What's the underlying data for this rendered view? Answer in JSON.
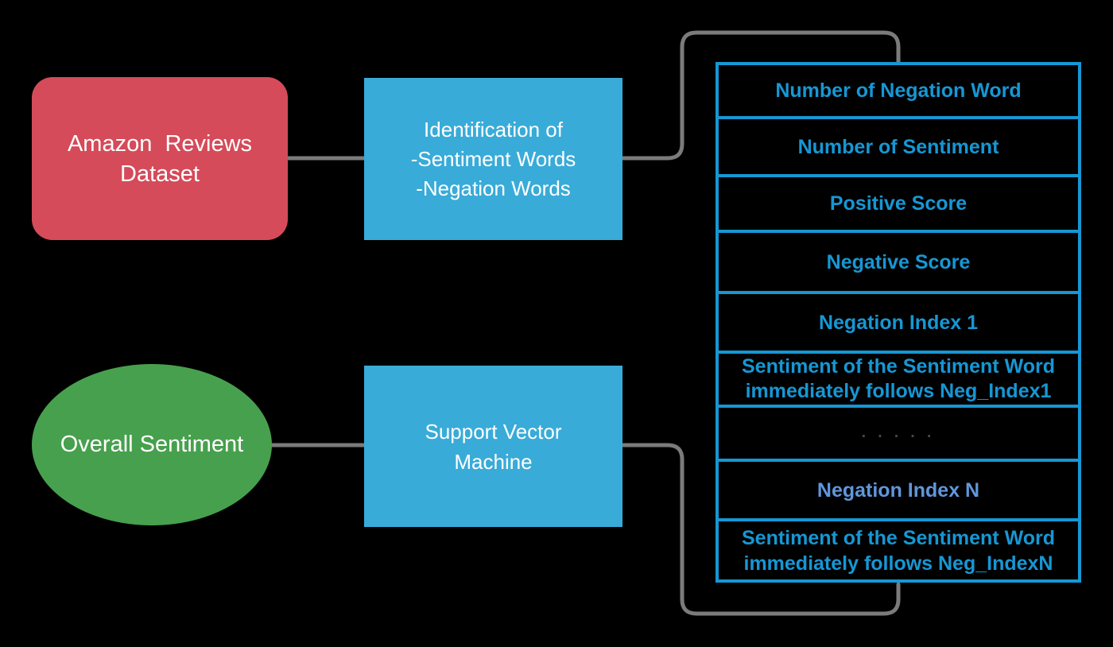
{
  "colors": {
    "background": "#000000",
    "dataset_box_fill": "#d54b59",
    "process_box_fill": "#39abd8",
    "result_ellipse_fill": "#47a04d",
    "table_border": "#1697d4",
    "table_text": "#1697d4",
    "table_text_light": "#6096db",
    "dots_text": "#4b4b4b",
    "connector": "#7b7b7b",
    "box_text": "#ffffff"
  },
  "nodes": {
    "dataset": {
      "lines": [
        "Amazon  Reviews",
        "Dataset"
      ]
    },
    "identification": {
      "lines": [
        "Identification of",
        "-Sentiment Words",
        "-Negation Words"
      ]
    },
    "overall_sentiment": {
      "label": "Overall Sentiment"
    },
    "svm": {
      "lines": [
        "Support Vector",
        "Machine"
      ]
    }
  },
  "feature_table": {
    "rows": [
      {
        "lines": [
          "Number of Negation Word"
        ],
        "variant": "default"
      },
      {
        "lines": [
          "Number of Sentiment"
        ],
        "variant": "default"
      },
      {
        "lines": [
          "Positive Score"
        ],
        "variant": "default"
      },
      {
        "lines": [
          "Negative Score"
        ],
        "variant": "default"
      },
      {
        "lines": [
          "Negation Index 1"
        ],
        "variant": "default"
      },
      {
        "lines": [
          "Sentiment of the Sentiment Word",
          "immediately follows Neg_Index1"
        ],
        "variant": "default"
      },
      {
        "lines": [
          ". . . . ."
        ],
        "variant": "dots"
      },
      {
        "lines": [
          "Negation Index N"
        ],
        "variant": "light"
      },
      {
        "lines": [
          "Sentiment of the Sentiment Word",
          "immediately follows Neg_IndexN"
        ],
        "variant": "default"
      }
    ]
  }
}
